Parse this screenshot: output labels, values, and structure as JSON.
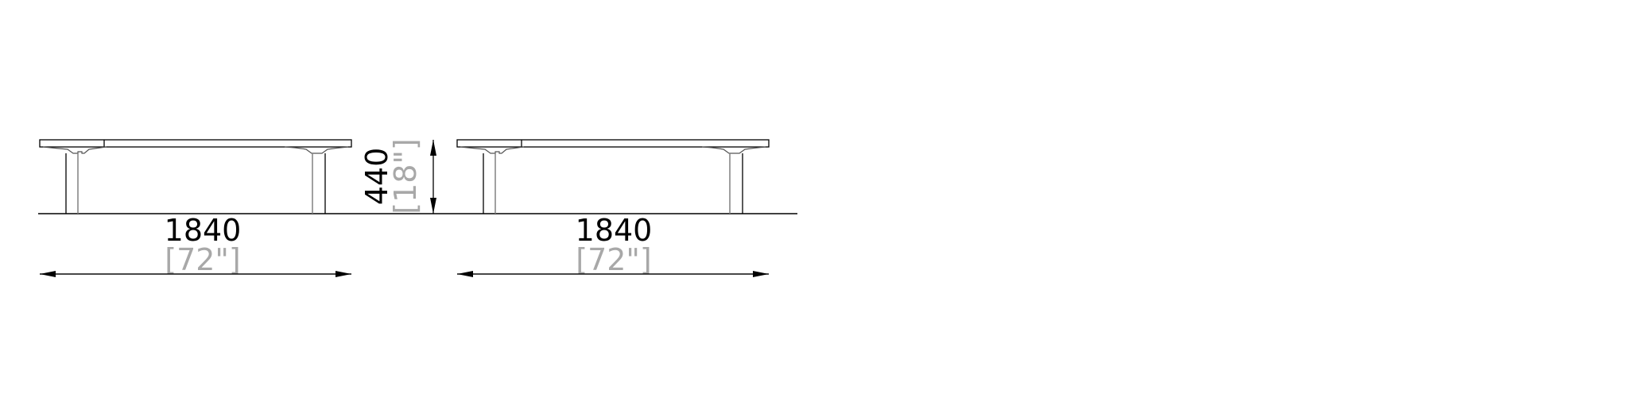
{
  "views": [
    {
      "name": "bench-view-left",
      "width_mm": "1840",
      "width_in": "[72\"]"
    },
    {
      "name": "bench-view-right",
      "width_mm": "1840",
      "width_in": "[72\"]"
    }
  ],
  "height_dimension": {
    "mm": "440",
    "in": "[18\"]"
  },
  "colors": {
    "line": "#000000",
    "secondary_line": "#808080",
    "inch_text": "#a8a8a8"
  }
}
